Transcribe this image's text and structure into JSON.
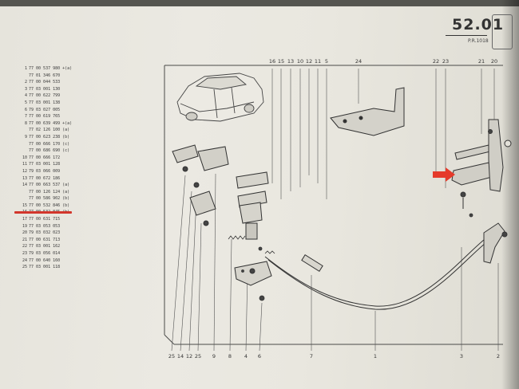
{
  "header": {
    "section": "52.01",
    "reference": "P.R.1018"
  },
  "parts_list": [
    {
      "index": "1",
      "number": "77 00 537 980",
      "note": "+(a)"
    },
    {
      "index": "",
      "number": "77 01 346 670",
      "note": ""
    },
    {
      "index": "2",
      "number": "77 00 044 533",
      "note": ""
    },
    {
      "index": "3",
      "number": "77 03 001 130",
      "note": ""
    },
    {
      "index": "4",
      "number": "77 00 622 799",
      "note": ""
    },
    {
      "index": "5",
      "number": "77 03 001 138",
      "note": ""
    },
    {
      "index": "6",
      "number": "79 03 027 005",
      "note": ""
    },
    {
      "index": "7",
      "number": "77 00 619 765",
      "note": ""
    },
    {
      "index": "8",
      "number": "77 00 639 499",
      "note": "+(a)"
    },
    {
      "index": "",
      "number": "77 02 126 100",
      "note": "(a)"
    },
    {
      "index": "9",
      "number": "77 00 623 238",
      "note": "(b)"
    },
    {
      "index": "",
      "number": "77 00 666 170",
      "note": "(c)"
    },
    {
      "index": "",
      "number": "77 00 686 690",
      "note": "(c)"
    },
    {
      "index": "10",
      "number": "77 00 666 172",
      "note": ""
    },
    {
      "index": "11",
      "number": "77 03 001 128",
      "note": ""
    },
    {
      "index": "12",
      "number": "79 03 066 009",
      "note": ""
    },
    {
      "index": "13",
      "number": "77 00 672 186",
      "note": ""
    },
    {
      "index": "14",
      "number": "77 00 663 537",
      "note": "(a)"
    },
    {
      "index": "",
      "number": "77 00 126 124",
      "note": "(a)"
    },
    {
      "index": "",
      "number": "77 00 586 902",
      "note": "(b)"
    },
    {
      "index": "15",
      "number": "77 00 532 846",
      "note": "(b)"
    },
    {
      "index": "16",
      "number": "77 00 532 845",
      "note": "(b)"
    },
    {
      "index": "17",
      "number": "77 00 631 715",
      "note": ""
    },
    {
      "index": "19",
      "number": "77 03 053 053",
      "note": ""
    },
    {
      "index": "20",
      "number": "79 03 032 023",
      "note": ""
    },
    {
      "index": "21",
      "number": "77 00 631 713",
      "note": ""
    },
    {
      "index": "22",
      "number": "77 03 001 162",
      "note": ""
    },
    {
      "index": "23",
      "number": "79 03 056 014",
      "note": ""
    },
    {
      "index": "24",
      "number": "77 00 640 160",
      "note": ""
    },
    {
      "index": "25",
      "number": "77 03 001 118",
      "note": ""
    }
  ],
  "highlight": {
    "underline_color": "#d2362b",
    "arrow_color": "#e53a2a",
    "icon": "red-arrow-right-icon"
  },
  "callouts_top": [
    "16",
    "15",
    "13",
    "10",
    "12",
    "11",
    "5",
    "24",
    "22",
    "23",
    "21",
    "20"
  ],
  "callouts_bottom": [
    "25",
    "14",
    "12",
    "25",
    "9",
    "8",
    "4",
    "6",
    "7",
    "1",
    "3",
    "2"
  ]
}
